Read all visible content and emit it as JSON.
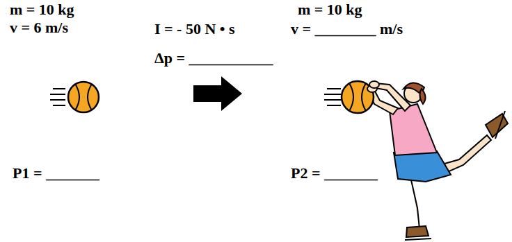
{
  "diagram": {
    "labels": [
      "m = 10 kg",
      "v = 6 m/s",
      "I = - 50 N • s",
      "Δp = ___________",
      "m = 10 kg",
      "v = ________ m/s",
      "P1 = _______",
      "P2 = _______"
    ]
  }
}
